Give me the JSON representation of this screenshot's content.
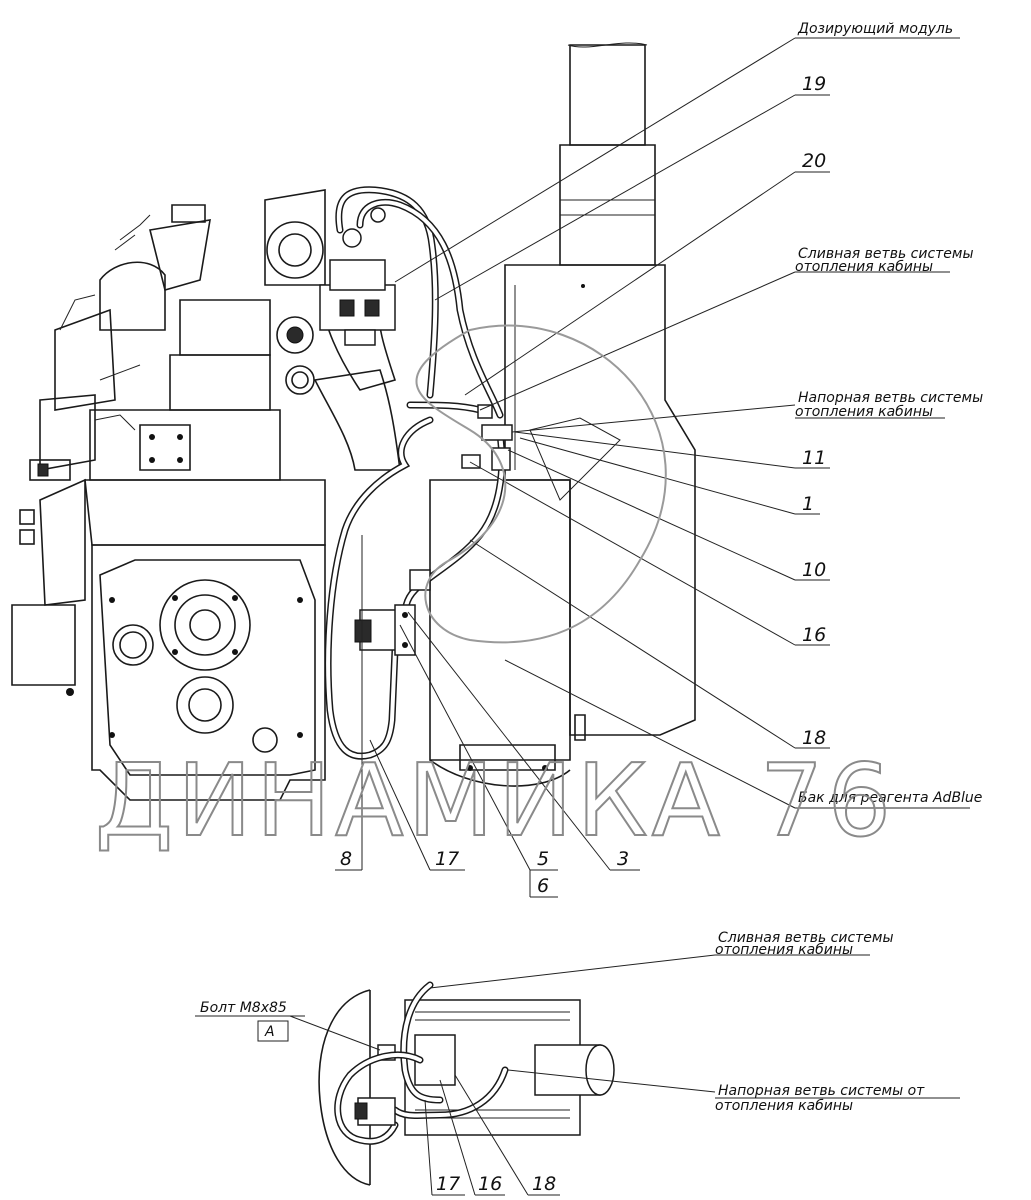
{
  "watermark": "ДИНАМИКА 76",
  "main_view": {
    "labels": {
      "dosing_module": "Дозирующий модуль",
      "drain_branch_l1": "Сливная ветвь системы",
      "drain_branch_l2": "отопления кабины",
      "pressure_branch_l1": "Напорная ветвь системы",
      "pressure_branch_l2": "отопления кабины",
      "tank": "Бак для   реагента AdBlue"
    },
    "callouts": [
      "19",
      "20",
      "11",
      "1",
      "10",
      "16",
      "18",
      "8",
      "17",
      "5",
      "6",
      "3"
    ]
  },
  "detail_view": {
    "labels": {
      "drain_branch_l1": "Сливная ветвь системы",
      "drain_branch_l2": "отопления кабины",
      "bolt": "Болт М8х85",
      "bolt_ref": "А",
      "pressure_branch_l1": "Напорная ветвь системы от",
      "pressure_branch_l2": "отопления кабины"
    },
    "callouts": [
      "17",
      "16",
      "18"
    ]
  }
}
